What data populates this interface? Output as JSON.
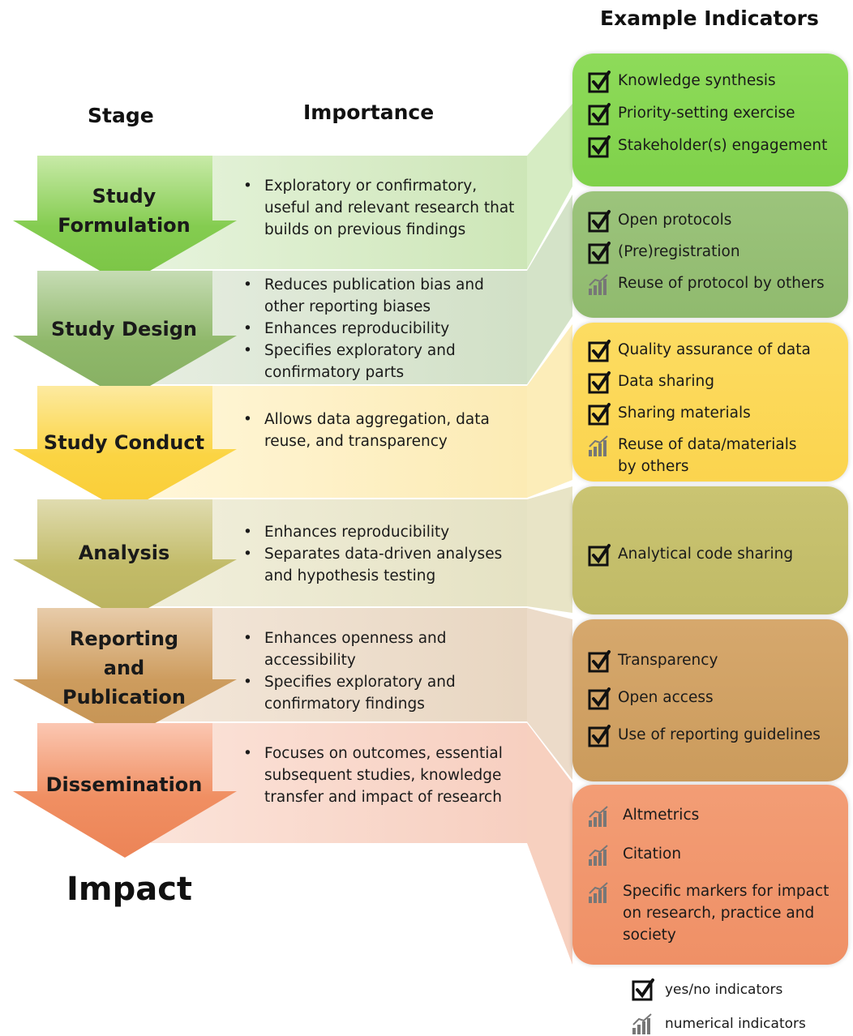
{
  "headers": {
    "stage": "Stage",
    "importance": "Importance",
    "example_indicators": "Example Indicators"
  },
  "colors": {
    "formulation": "#7fd14a",
    "design": "#94bc72",
    "conduct": "#fbd651",
    "analysis": "#c3bd6a",
    "reporting": "#cf9f63",
    "dissemination": "#f0956a"
  },
  "stages": [
    {
      "name": "Study Formulation",
      "lines": [
        "Study",
        "Formulation"
      ],
      "importance": [
        "Exploratory or confirmatory, useful and relevant research that builds on previous findings"
      ],
      "indicators": [
        {
          "type": "check",
          "icon": "checkbox-icon",
          "text": "Knowledge synthesis"
        },
        {
          "type": "check",
          "icon": "checkbox-icon",
          "text": "Priority-setting exercise"
        },
        {
          "type": "check",
          "icon": "checkbox-icon",
          "text": "Stakeholder(s) engagement"
        }
      ]
    },
    {
      "name": "Study Design",
      "lines": [
        "Study Design"
      ],
      "importance": [
        "Reduces publication bias and other reporting biases",
        "Enhances reproducibility",
        "Specifies exploratory and confirmatory parts"
      ],
      "indicators": [
        {
          "type": "check",
          "icon": "checkbox-icon",
          "text": "Open protocols"
        },
        {
          "type": "check",
          "icon": "checkbox-icon",
          "text": "(Pre)registration"
        },
        {
          "type": "numeric",
          "icon": "bar-chart-icon",
          "text": "Reuse of protocol by others"
        }
      ]
    },
    {
      "name": "Study Conduct",
      "lines": [
        "Study Conduct"
      ],
      "importance": [
        "Allows data aggregation, data reuse, and transparency"
      ],
      "indicators": [
        {
          "type": "check",
          "icon": "checkbox-icon",
          "text": "Quality assurance of data"
        },
        {
          "type": "check",
          "icon": "checkbox-icon",
          "text": "Data sharing"
        },
        {
          "type": "check",
          "icon": "checkbox-icon",
          "text": "Sharing materials"
        },
        {
          "type": "numeric",
          "icon": "bar-chart-icon",
          "text": "Reuse of data/materials",
          "text2": "by others"
        }
      ]
    },
    {
      "name": "Analysis",
      "lines": [
        "Analysis"
      ],
      "importance": [
        "Enhances reproducibility",
        "Separates data-driven analyses and hypothesis testing"
      ],
      "indicators": [
        {
          "type": "check",
          "icon": "checkbox-icon",
          "text": "Analytical code sharing"
        }
      ]
    },
    {
      "name": "Reporting and Publication",
      "lines": [
        "Reporting",
        "and",
        "Publication"
      ],
      "importance": [
        "Enhances openness and accessibility",
        "Specifies exploratory and confirmatory findings"
      ],
      "indicators": [
        {
          "type": "check",
          "icon": "checkbox-icon",
          "text": "Transparency"
        },
        {
          "type": "check",
          "icon": "checkbox-icon",
          "text": "Open access"
        },
        {
          "type": "check",
          "icon": "checkbox-icon",
          "text": "Use of reporting guidelines"
        }
      ]
    },
    {
      "name": "Dissemination",
      "lines": [
        "Dissemination"
      ],
      "importance": [
        "Focuses on outcomes, essential subsequent studies, knowledge transfer and impact of research"
      ],
      "indicators": [
        {
          "type": "numeric",
          "icon": "bar-chart-icon",
          "text": "Altmetrics"
        },
        {
          "type": "numeric",
          "icon": "bar-chart-icon",
          "text": "Citation"
        },
        {
          "type": "numeric",
          "icon": "bar-chart-icon",
          "text": "Specific markers for impact",
          "text2": "on research, practice and",
          "text3": "society"
        }
      ]
    }
  ],
  "impact": "Impact",
  "legend": {
    "yes_no": "yes/no indicators",
    "numerical": "numerical indicators"
  }
}
